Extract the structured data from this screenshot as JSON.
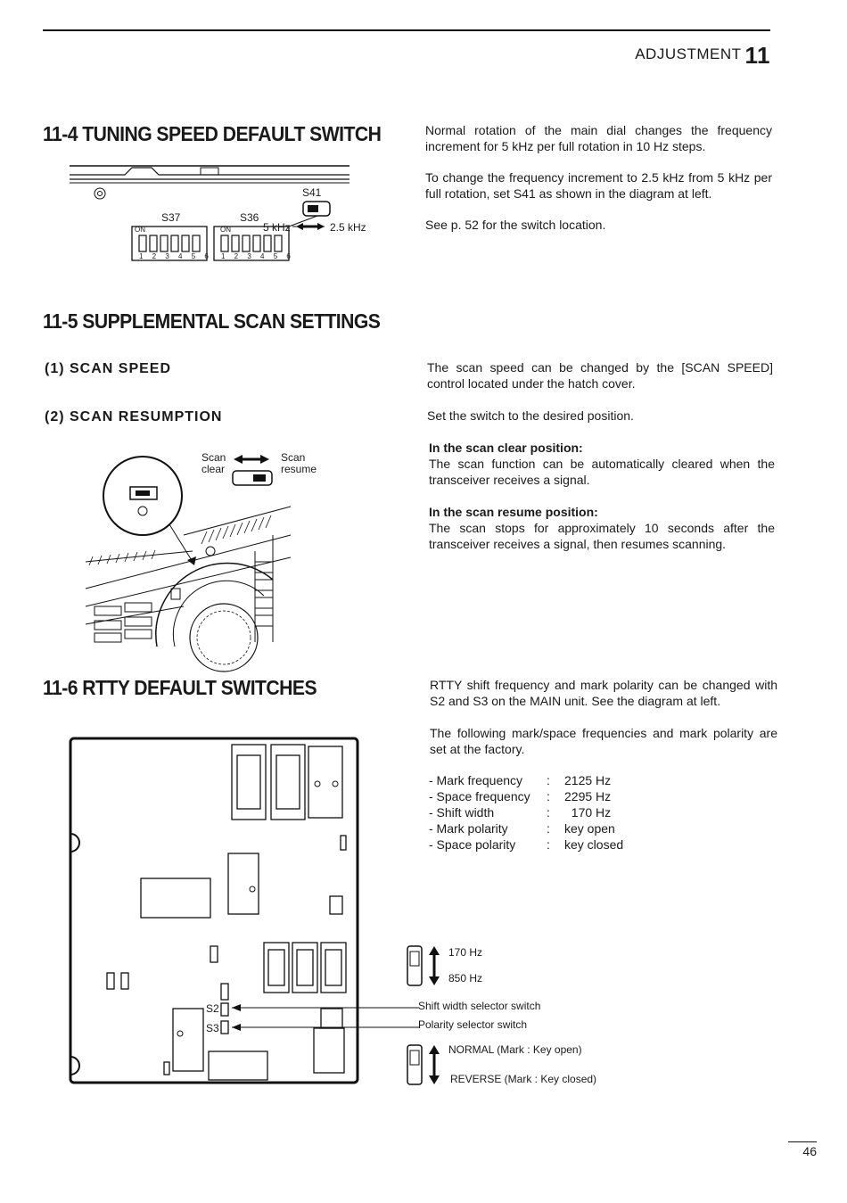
{
  "header": {
    "section": "ADJUSTMENT",
    "chapter": "11"
  },
  "sec114": {
    "title": "11-4 TUNING SPEED DEFAULT SWITCH",
    "para1": "Normal rotation of the main dial changes the frequency increment for 5 kHz per full rotation in 10 Hz steps.",
    "para2": "To change the frequency increment to 2.5 kHz from 5 kHz per full rotation, set S41 as shown in the diagram at left.",
    "para3": "See p. 52 for the switch location.",
    "fig": {
      "s41": "S41",
      "s37": "S37",
      "s36": "S36",
      "khz5": "5 kHz",
      "khz25": "2.5 kHz",
      "on1": "ON",
      "on2": "ON",
      "digits": "1 2 3 4 5 6"
    }
  },
  "sec115": {
    "title": "11-5 SUPPLEMENTAL SCAN SETTINGS",
    "sub1": "(1) SCAN  SPEED",
    "sub2": "(2) SCAN  RESUMPTION",
    "para1": "The scan speed can be changed by the [SCAN SPEED] control located under the hatch cover.",
    "para2": "Set the switch to the desired position.",
    "clear_head": "In the scan clear position:",
    "clear_text": "The scan function can be automatically cleared when the transceiver receives a signal.",
    "resume_head": "In the scan resume position:",
    "resume_text": "The scan stops for approximately 10 seconds after the transceiver receives a signal, then resumes scanning.",
    "fig": {
      "scan1": "Scan",
      "clear": "clear",
      "scan2": "Scan",
      "resume": "resume"
    }
  },
  "sec116": {
    "title": "11-6 RTTY DEFAULT SWITCHES",
    "para1": "RTTY shift frequency and mark polarity can be changed with S2 and S3 on the MAIN unit.  See the diagram at left.",
    "para2": "The following mark/space frequencies and mark polarity are set at the factory.",
    "specs": [
      {
        "k": "- Mark frequency",
        "v": "2125 Hz"
      },
      {
        "k": "- Space frequency",
        "v": "2295 Hz"
      },
      {
        "k": "- Shift width",
        "v": "  170 Hz"
      },
      {
        "k": "- Mark polarity",
        "v": "key open"
      },
      {
        "k": "- Space polarity",
        "v": "key closed"
      }
    ],
    "fig": {
      "s2": "S2",
      "s3": "S3",
      "hz170": "170 Hz",
      "hz850": "850 Hz",
      "shift_sel": "Shift width selector switch",
      "pol_sel": "Polarity selector switch",
      "normal": "NORMAL  (Mark : Key open)",
      "reverse": "REVERSE  (Mark : Key closed)"
    }
  },
  "page_number": "46"
}
